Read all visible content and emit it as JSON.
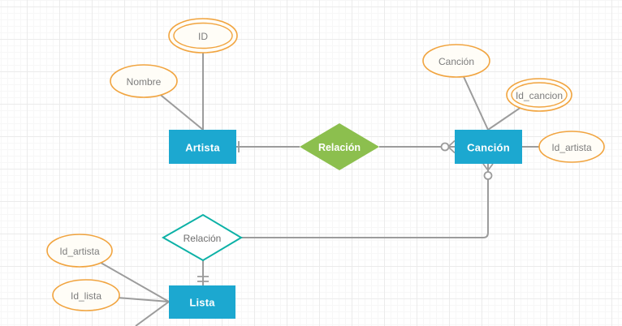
{
  "diagram": {
    "type": "entity-relationship",
    "entities": [
      {
        "label": "Artista"
      },
      {
        "label": "Canción"
      },
      {
        "label": "Lista"
      }
    ],
    "relationships": [
      {
        "label": "Relación",
        "style": "filled-green",
        "connects": [
          "Artista",
          "Canción"
        ],
        "artista_end": "one",
        "cancion_end": "zero-or-many"
      },
      {
        "label": "Relación",
        "style": "outline-teal",
        "connects": [
          "Canción",
          "Lista"
        ],
        "cancion_end": "zero-or-many",
        "lista_end": "exactly-one"
      }
    ],
    "attributes": [
      {
        "label": "ID",
        "key": true,
        "of": "Artista"
      },
      {
        "label": "Nombre",
        "key": false,
        "of": "Artista"
      },
      {
        "label": "Canción",
        "key": false,
        "of": "Canción"
      },
      {
        "label": "Id_cancion",
        "key": true,
        "of": "Canción"
      },
      {
        "label": "Id_artista",
        "key": false,
        "of": "Canción"
      },
      {
        "label": "Id_artista",
        "key": false,
        "of": "Lista"
      },
      {
        "label": "Id_lista",
        "key": false,
        "of": "Lista"
      }
    ],
    "colors": {
      "entity_fill": "#1ca8d0",
      "relationship_green": "#8cbf4e",
      "relationship_teal_border": "#0cb1a6",
      "attribute_border": "#f1a43f",
      "connector_gray": "#9c9c9c",
      "entity_text": "#ffffff",
      "attribute_text": "#7d7d7d"
    }
  }
}
